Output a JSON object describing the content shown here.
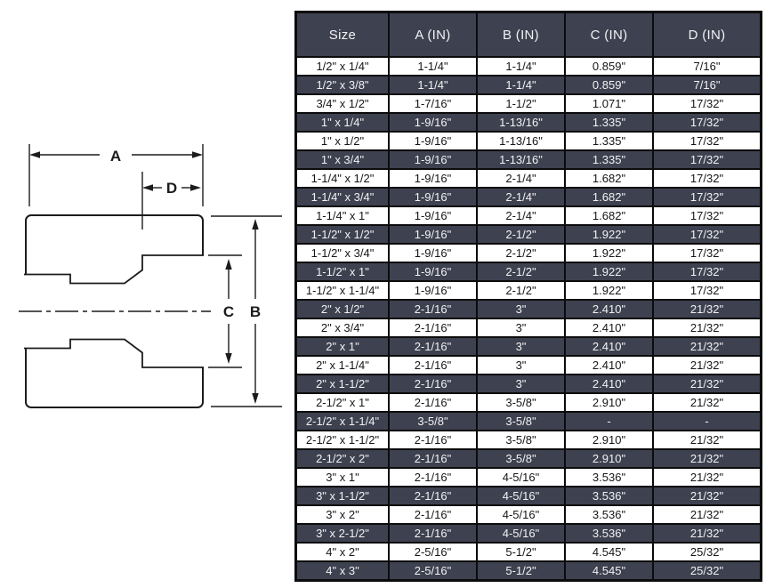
{
  "diagram": {
    "labels": {
      "a": "A",
      "b": "B",
      "c": "C",
      "d": "D"
    }
  },
  "table": {
    "columns": [
      "Size",
      "A (IN)",
      "B (IN)",
      "C (IN)",
      "D (IN)"
    ],
    "rows": [
      [
        "1/2\" x 1/4\"",
        "1-1/4\"",
        "1-1/4\"",
        "0.859\"",
        "7/16\""
      ],
      [
        "1/2\" x 3/8\"",
        "1-1/4\"",
        "1-1/4\"",
        "0.859\"",
        "7/16\""
      ],
      [
        "3/4\" x 1/2\"",
        "1-7/16\"",
        "1-1/2\"",
        "1.071\"",
        "17/32\""
      ],
      [
        "1\" x 1/4\"",
        "1-9/16\"",
        "1-13/16\"",
        "1.335\"",
        "17/32\""
      ],
      [
        "1\" x 1/2\"",
        "1-9/16\"",
        "1-13/16\"",
        "1.335\"",
        "17/32\""
      ],
      [
        "1\" x 3/4\"",
        "1-9/16\"",
        "1-13/16\"",
        "1.335\"",
        "17/32\""
      ],
      [
        "1-1/4\" x 1/2\"",
        "1-9/16\"",
        "2-1/4\"",
        "1.682\"",
        "17/32\""
      ],
      [
        "1-1/4\" x 3/4\"",
        "1-9/16\"",
        "2-1/4\"",
        "1.682\"",
        "17/32\""
      ],
      [
        "1-1/4\" x 1\"",
        "1-9/16\"",
        "2-1/4\"",
        "1.682\"",
        "17/32\""
      ],
      [
        "1-1/2\" x 1/2\"",
        "1-9/16\"",
        "2-1/2\"",
        "1.922\"",
        "17/32\""
      ],
      [
        "1-1/2\" x 3/4\"",
        "1-9/16\"",
        "2-1/2\"",
        "1.922\"",
        "17/32\""
      ],
      [
        "1-1/2\" x 1\"",
        "1-9/16\"",
        "2-1/2\"",
        "1.922\"",
        "17/32\""
      ],
      [
        "1-1/2\" x 1-1/4\"",
        "1-9/16\"",
        "2-1/2\"",
        "1.922\"",
        "17/32\""
      ],
      [
        "2\" x 1/2\"",
        "2-1/16\"",
        "3\"",
        "2.410\"",
        "21/32\""
      ],
      [
        "2\" x 3/4\"",
        "2-1/16\"",
        "3\"",
        "2.410\"",
        "21/32\""
      ],
      [
        "2\" x 1\"",
        "2-1/16\"",
        "3\"",
        "2.410\"",
        "21/32\""
      ],
      [
        "2\" x 1-1/4\"",
        "2-1/16\"",
        "3\"",
        "2.410\"",
        "21/32\""
      ],
      [
        "2\" x 1-1/2\"",
        "2-1/16\"",
        "3\"",
        "2.410\"",
        "21/32\""
      ],
      [
        "2-1/2\" x 1\"",
        "2-1/16\"",
        "3-5/8\"",
        "2.910\"",
        "21/32\""
      ],
      [
        "2-1/2\" x 1-1/4\"",
        "3-5/8\"",
        "3-5/8\"",
        "-",
        "-"
      ],
      [
        "2-1/2\" x 1-1/2\"",
        "2-1/16\"",
        "3-5/8\"",
        "2.910\"",
        "21/32\""
      ],
      [
        "2-1/2\" x 2\"",
        "2-1/16\"",
        "3-5/8\"",
        "2.910\"",
        "21/32\""
      ],
      [
        "3\" x 1\"",
        "2-1/16\"",
        "4-5/16\"",
        "3.536\"",
        "21/32\""
      ],
      [
        "3\" x 1-1/2\"",
        "2-1/16\"",
        "4-5/16\"",
        "3.536\"",
        "21/32\""
      ],
      [
        "3\" x 2\"",
        "2-1/16\"",
        "4-5/16\"",
        "3.536\"",
        "21/32\""
      ],
      [
        "3\" x 2-1/2\"",
        "2-1/16\"",
        "4-5/16\"",
        "3.536\"",
        "21/32\""
      ],
      [
        "4\" x 2\"",
        "2-5/16\"",
        "5-1/2\"",
        "4.545\"",
        "25/32\""
      ],
      [
        "4\" x 3\"",
        "2-5/16\"",
        "5-1/2\"",
        "4.545\"",
        "25/32\""
      ]
    ]
  },
  "colors": {
    "dark-bg": "#3e4150",
    "border-col": "#0c0c0c",
    "light-text": "#f2f2f3",
    "dark-text": "#161616",
    "hatch-fill": "#d7d7d7",
    "hatch-line": "#6f6f6f",
    "line-col": "#1c1c1c",
    "page-bg": "#ffffff"
  }
}
